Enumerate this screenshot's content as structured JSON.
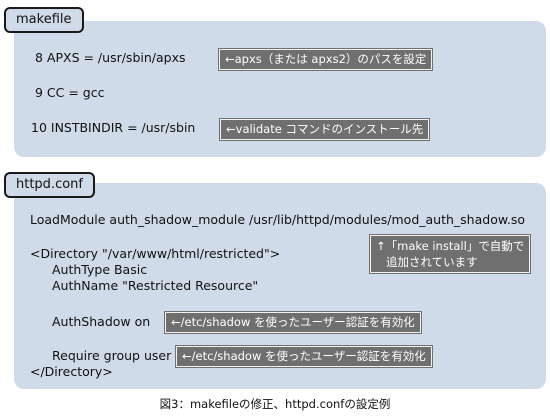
{
  "makefile": {
    "title": "makefile",
    "lines": [
      "8  APXS = /usr/sbin/apxs",
      "9  CC = gcc",
      "10  INSTBINDIR = /usr/sbin"
    ],
    "notes": [
      "←apxs（または apxs2）のパスを設定",
      "←validate コマンドのインストール先"
    ]
  },
  "httpd": {
    "title": "httpd.conf",
    "lines": [
      "LoadModule auth_shadow_module /usr/lib/httpd/modules/mod_auth_shadow.so",
      "<Directory \"/var/www/html/restricted\">",
      "AuthType Basic",
      "AuthName \"Restricted Resource\"",
      "AuthShadow on",
      "Require group user",
      "</Directory>"
    ],
    "notes": [
      "↑「make install」で自動で",
      "追加されています",
      "←/etc/shadow を使ったユーザー認証を有効化",
      "←/etc/shadow を使ったユーザー認証を有効化"
    ]
  },
  "caption": "図3：makefileの修正、httpd.confの設定例"
}
